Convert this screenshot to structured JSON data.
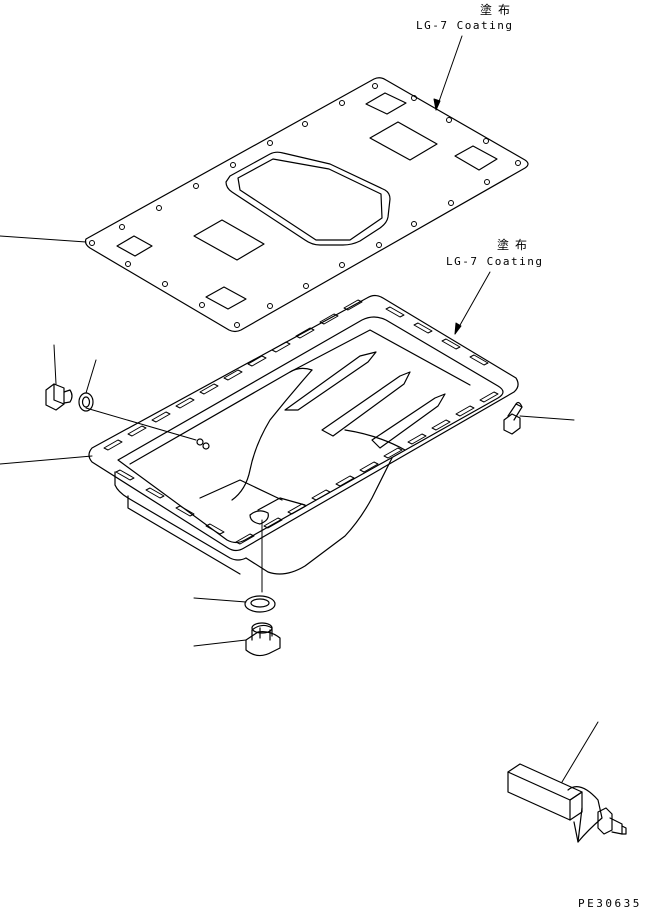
{
  "annotations": {
    "top": {
      "jp": "塗布",
      "en": "LG-7 Coating"
    },
    "middle": {
      "jp": "塗布",
      "en": "LG-7 Coating"
    }
  },
  "drawing_code": "PE30635"
}
